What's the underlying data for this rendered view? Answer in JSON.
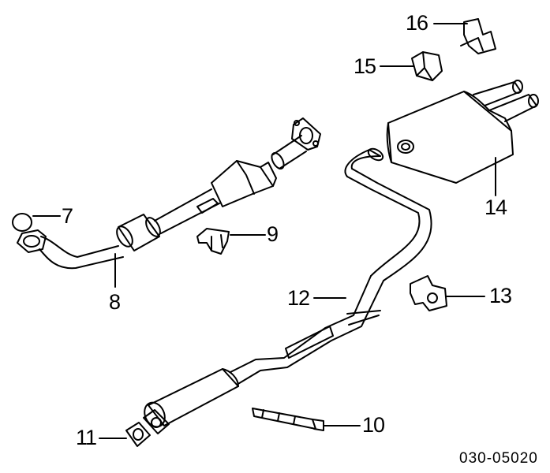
{
  "callouts": {
    "c7": "7",
    "c8": "8",
    "c9": "9",
    "c10": "10",
    "c11": "11",
    "c12": "12",
    "c13": "13",
    "c14": "14",
    "c15": "15",
    "c16": "16"
  },
  "figure_code": "030-05020"
}
